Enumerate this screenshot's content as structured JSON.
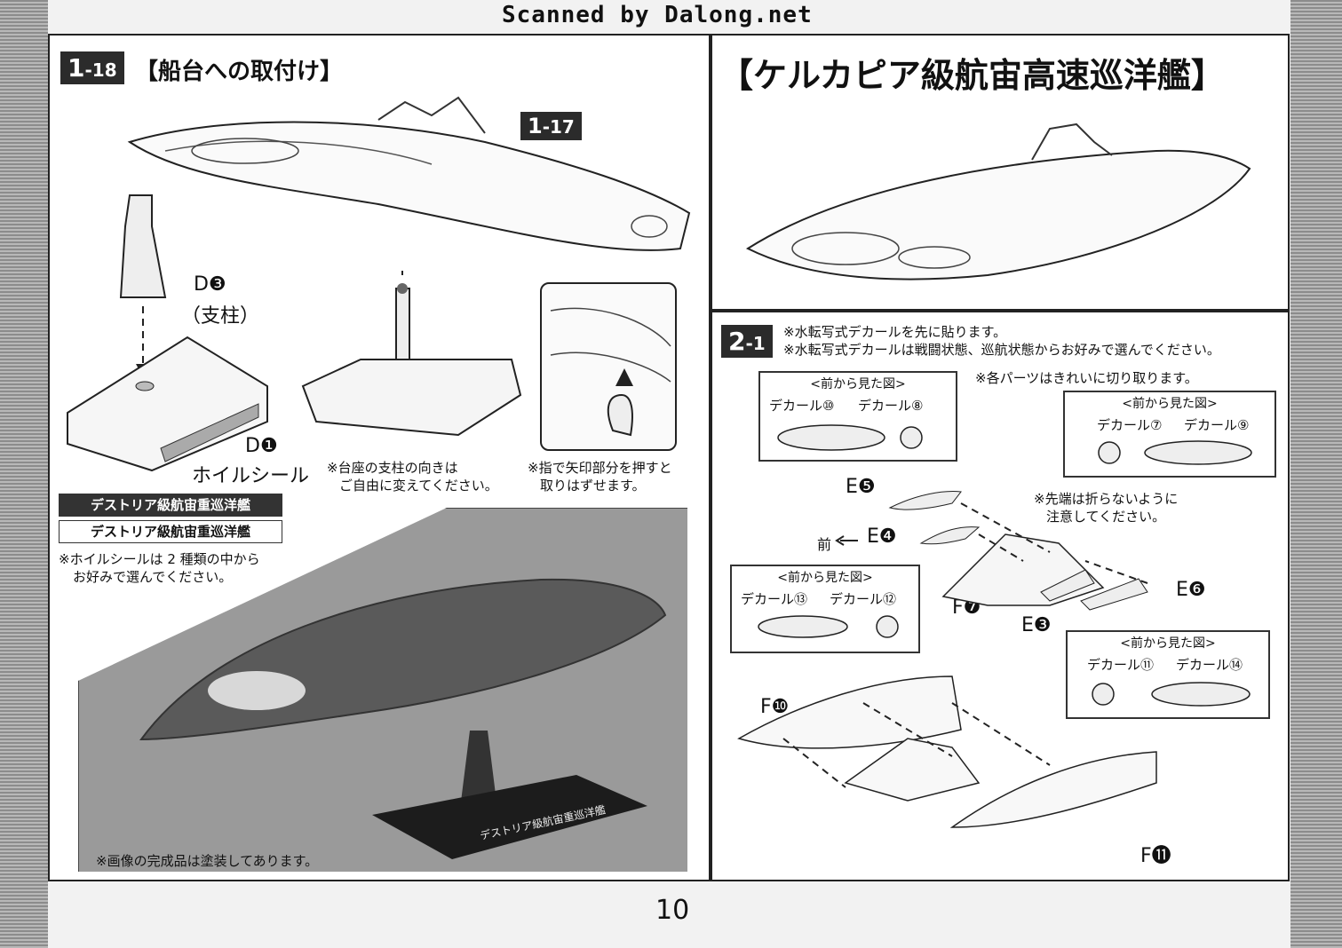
{
  "watermark": "Scanned by Dalong.net",
  "page_number": "10",
  "step_1_18": {
    "num_main": "1",
    "num_sub": "-18",
    "title": "【船台への取付け】",
    "ref_num_main": "1",
    "ref_num_sub": "-17",
    "part_d3": "D❸",
    "part_d3_name": "（支柱）",
    "part_d1": "D❶",
    "part_d1_name": "ホイルシール",
    "note_stand": [
      "※台座の支柱の向きは",
      "ご自由に変えてください。"
    ],
    "note_push": [
      "※指で矢印部分を押すと",
      "取りはずせます。"
    ],
    "label_option_1": "デストリア級航宙重巡洋艦",
    "label_option_2": "デストリア級航宙重巡洋艦",
    "note_foil": [
      "※ホイルシールは 2 種類の中から",
      "お好みで選んでください。"
    ],
    "photo_base_label": "デストリア級航宙重巡洋艦",
    "note_painted": "※画像の完成品は塗装してあります。"
  },
  "right_title": "【ケルカピア級航宙高速巡洋艦】",
  "step_2_1": {
    "num_main": "2",
    "num_sub": "-1",
    "note_decal": [
      "※水転写式デカールを先に貼ります。",
      "※水転写式デカールは戦闘状態、巡航状態からお好みで選んでください。"
    ],
    "note_cut": "※各パーツはきれいに切り取ります。",
    "note_tip": [
      "※先端は折らないように",
      "注意してください。"
    ],
    "front_view_caption": "<前から見た図>",
    "callouts": [
      {
        "caption": "<前から見た図>",
        "left": "デカール⑩",
        "right": "デカール⑧"
      },
      {
        "caption": "<前から見た図>",
        "left": "デカール⑦",
        "right": "デカール⑨"
      },
      {
        "caption": "<前から見た図>",
        "left": "デカール⑬",
        "right": "デカール⑫"
      },
      {
        "caption": "<前から見た図>",
        "left": "デカール⑪",
        "right": "デカール⑭"
      }
    ],
    "front_label": "前",
    "parts": [
      "E❺",
      "E❹",
      "F❼",
      "E❸",
      "E❻",
      "F❿",
      "F⓫"
    ]
  },
  "icons": [
    "arrow-icon",
    "ship-drawing",
    "stand-drawing"
  ]
}
